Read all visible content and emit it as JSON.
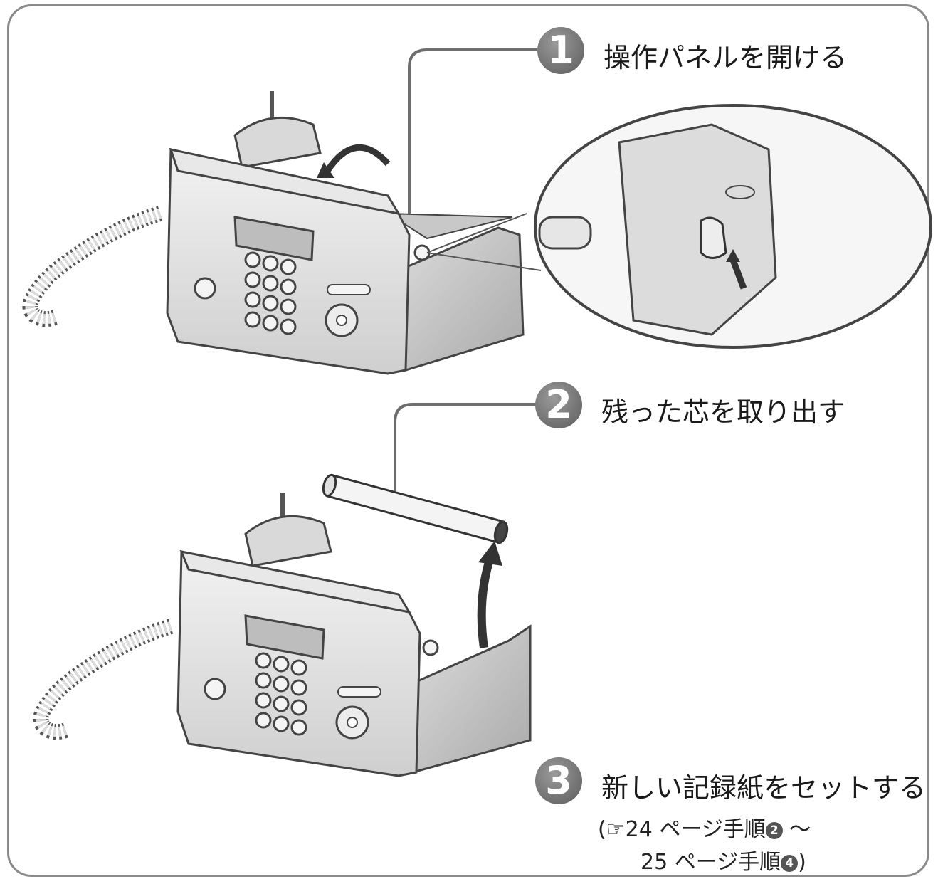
{
  "steps": [
    {
      "number": "1",
      "label": "操作パネルを開ける"
    },
    {
      "number": "2",
      "label": "残った芯を取り出す"
    },
    {
      "number": "3",
      "label": "新しい記録紙をセットする"
    }
  ],
  "reference": {
    "pointer_icon": "☞",
    "line1_prefix": "24 ページ手順",
    "line1_step": "2",
    "line1_suffix": " ～",
    "line2_prefix": "25 ページ手順",
    "line2_step": "4",
    "line2_suffix": ")",
    "open_paren": "("
  },
  "colors": {
    "badge": "#7a7a7a",
    "line": "#6e6e6e"
  }
}
